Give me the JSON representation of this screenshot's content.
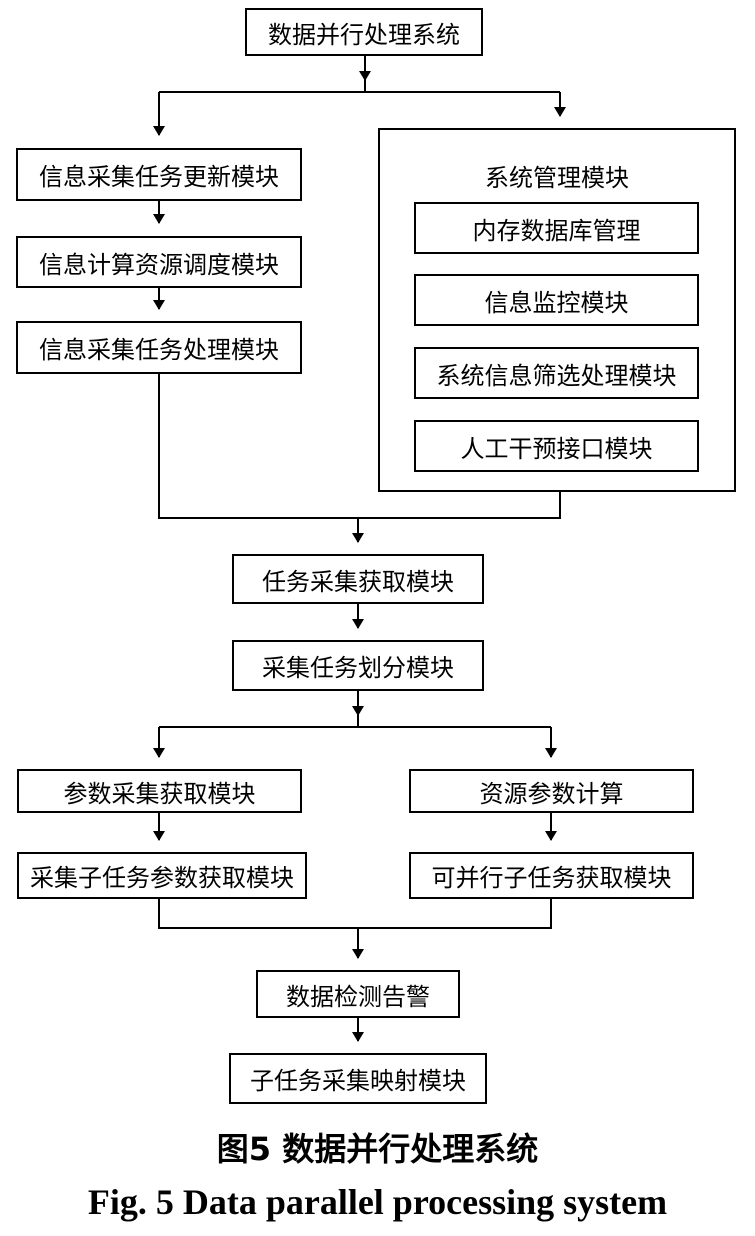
{
  "diagram": {
    "root": "数据并行处理系统",
    "left_branch": [
      "信息采集任务更新模块",
      "信息计算资源调度模块",
      "信息采集任务处理模块"
    ],
    "system_management": {
      "title": "系统管理模块",
      "items": [
        "内存数据库管理",
        "信息监控模块",
        "系统信息筛选处理模块",
        "人工干预接口模块"
      ]
    },
    "task_acquisition": "任务采集获取模块",
    "task_division": "采集任务划分模块",
    "parameter_acquisition": "参数采集获取模块",
    "resource_calculation": "资源参数计算",
    "subtask_parameter_acquisition": "采集子任务参数获取模块",
    "parallel_subtask_acquisition": "可并行子任务获取模块",
    "data_detection_alarm": "数据检测告警",
    "subtask_mapping": "子任务采集映射模块"
  },
  "caption": {
    "chinese": "图5  数据并行处理系统",
    "english": "Fig. 5  Data parallel processing system"
  }
}
